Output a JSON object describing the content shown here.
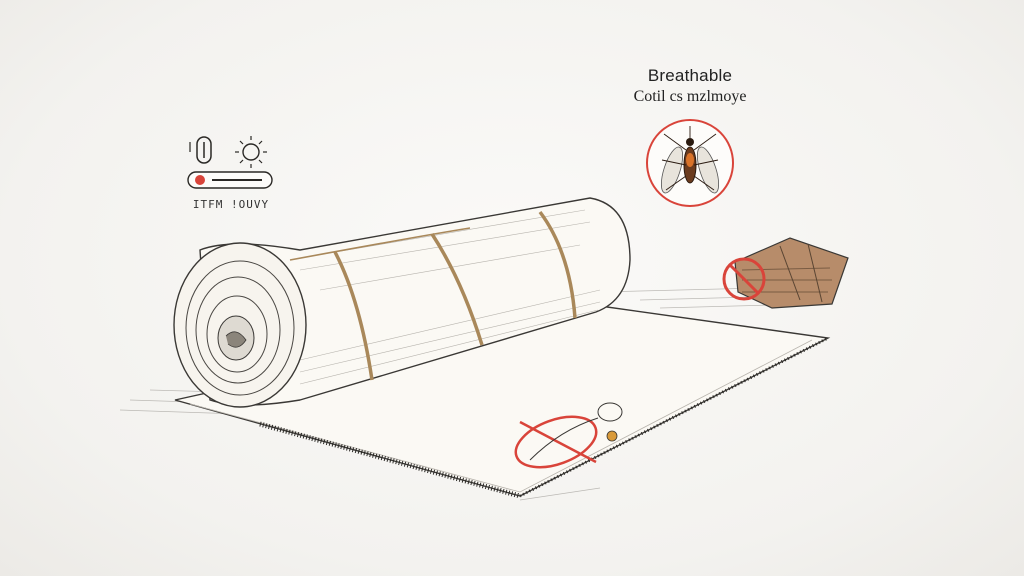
{
  "callout": {
    "title": "Breathable",
    "subtitle": "Cotil cs mzlmoye"
  },
  "gauge": {
    "caption": "ITFM  !OUVY"
  },
  "colors": {
    "sketch": "#3a3835",
    "ban_red": "#d9443a",
    "strap": "#a9885a",
    "fabric": "#fbf9f4",
    "towel": "#b78c6a"
  }
}
